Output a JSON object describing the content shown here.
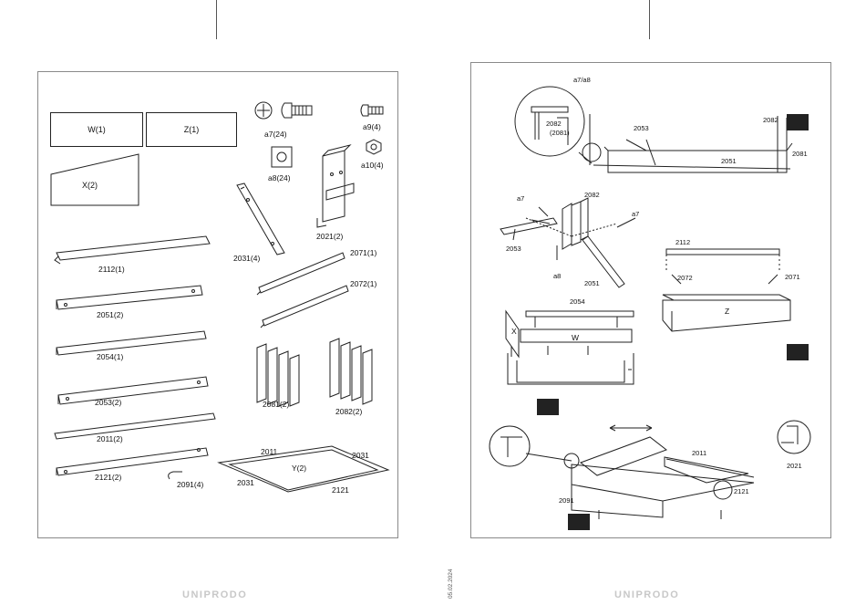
{
  "left_panel": {
    "boxes": {
      "w": "W(1)",
      "z": "Z(1)",
      "x": "X(2)"
    },
    "hardware": {
      "a7": "a7(24)",
      "a9": "a9(4)",
      "a8": "a8(24)",
      "a10": "a10(4)"
    },
    "parts": {
      "p2021": "2021(2)",
      "p2031": "2031(4)",
      "p2071": "2071(1)",
      "p2072": "2072(1)",
      "p2112": "2112(1)",
      "p2051": "2051(2)",
      "p2054": "2054(1)",
      "p2053": "2053(2)",
      "p2011": "2011(2)",
      "p2121": "2121(2)",
      "p2081": "2081(2)",
      "p2082": "2082(2)",
      "p2091": "2091(4)"
    },
    "frame": {
      "top": "2011",
      "right": "2031",
      "center": "Y(2)",
      "left": "2031",
      "bottom": "2121"
    }
  },
  "right_panel": {
    "step1": {
      "callout_top": "a7/a8",
      "callout_mid": "2082",
      "callout_sub": "(2081)",
      "l2053": "2053",
      "l2082": "2082",
      "l2081": "2081",
      "l2051": "2051"
    },
    "step2": {
      "a7_left": "a7",
      "a7_right": "a7",
      "l2082": "2082",
      "l2053": "2053",
      "a8": "a8",
      "l2051": "2051"
    },
    "step3": {
      "l2112": "2112",
      "l2072": "2072",
      "l2071": "2071",
      "z": "Z"
    },
    "step4": {
      "l2054": "2054",
      "x": "X",
      "w": "W"
    },
    "step5": {
      "l2011": "2011",
      "l2021": "2021",
      "l2121": "2121",
      "l2091": "2091"
    }
  },
  "footer": {
    "brand_left": "UNIPRODO",
    "brand_right": "UNIPRODO",
    "date": "05.02.2024"
  }
}
